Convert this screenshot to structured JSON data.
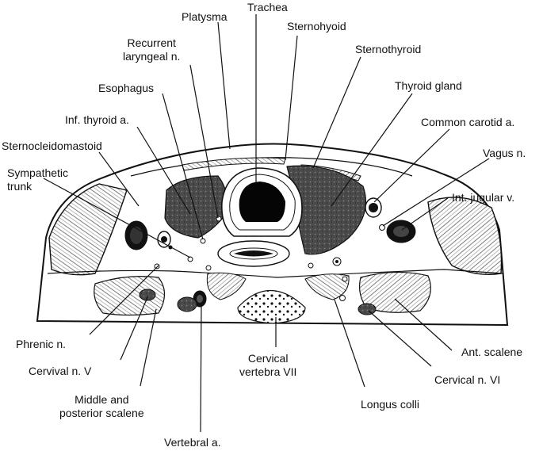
{
  "labels": {
    "platysma": "Platysma",
    "trachea": "Trachea",
    "sternohyoid": "Sternohyoid",
    "recurrent_laryngeal": [
      "Recurrent",
      "laryngeal n."
    ],
    "sternothyroid": "Sternothyroid",
    "esophagus": "Esophagus",
    "thyroid_gland": "Thyroid gland",
    "inf_thyroid": "Inf. thyroid a.",
    "common_carotid": "Common carotid a.",
    "sternocleidomastoid": "Sternocleidomastoid",
    "vagus": "Vagus n.",
    "sympathetic_trunk": [
      "Sympathetic",
      "trunk"
    ],
    "int_jugular": "Int. jugular v.",
    "phrenic": "Phrenic n.",
    "ant_scalene": "Ant. scalene",
    "cervical_vertebra": [
      "Cervical",
      "vertebra VII"
    ],
    "cervival_n_v": "Cervival n. V",
    "cervical_n_vi": "Cervical n. VI",
    "longus_colli": "Longus colli",
    "middle_posterior_scalene": [
      "Middle and",
      "posterior scalene"
    ],
    "vertebral": "Vertebral a."
  },
  "colors": {
    "ink": "#111111",
    "gland_fill": "#555555",
    "lumen_fill": "#050505",
    "tissue_fill": "#ffffff"
  }
}
